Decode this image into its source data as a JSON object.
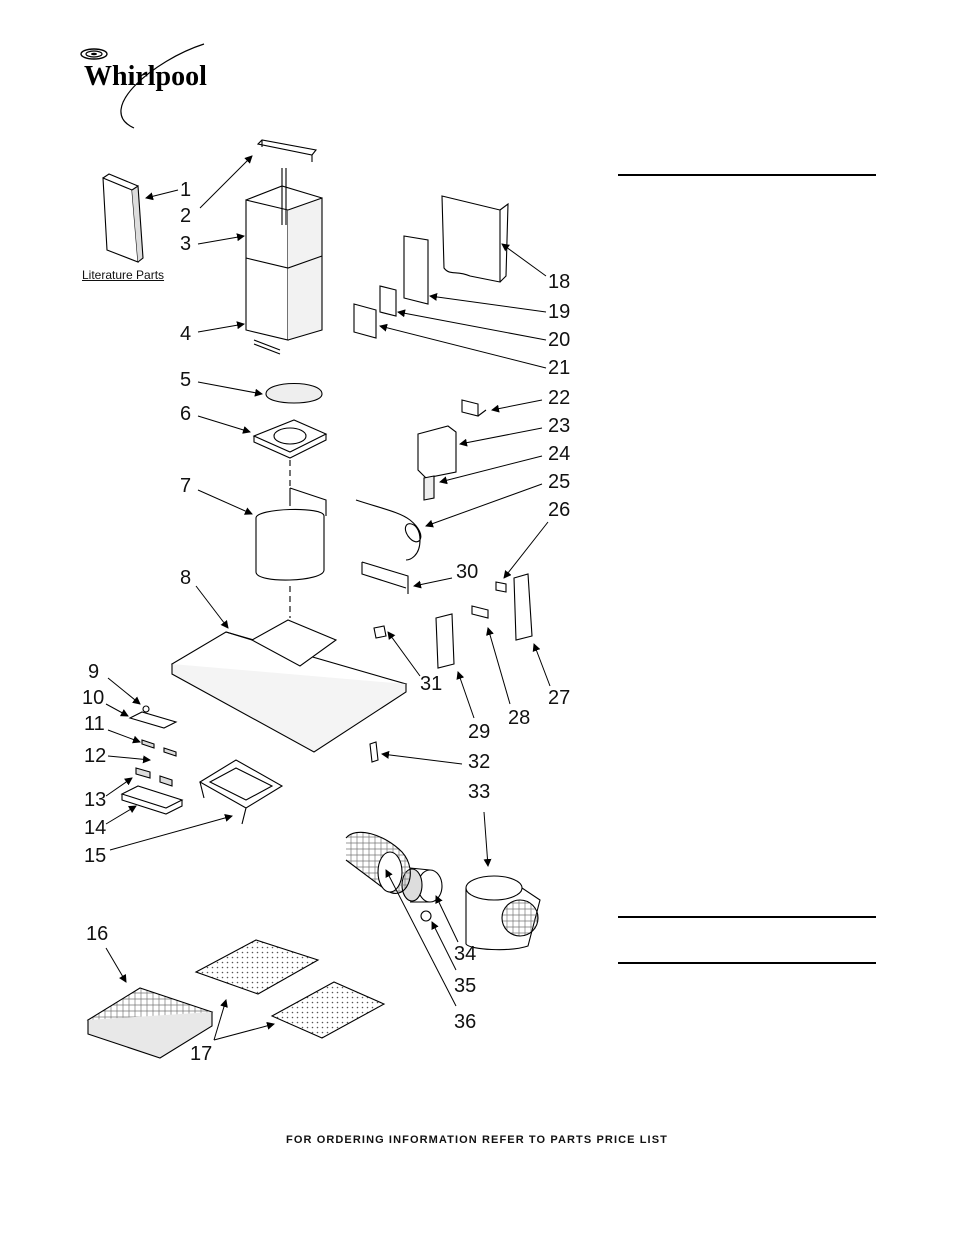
{
  "brand": {
    "name": "Whirlpool"
  },
  "literature_label": "Literature Parts",
  "footer_text": "FOR ORDERING INFORMATION REFER TO PARTS PRICE LIST",
  "callouts": {
    "n1": "1",
    "n2": "2",
    "n3": "3",
    "n4": "4",
    "n5": "5",
    "n6": "6",
    "n7": "7",
    "n8": "8",
    "n9": "9",
    "n10": "10",
    "n11": "11",
    "n12": "12",
    "n13": "13",
    "n14": "14",
    "n15": "15",
    "n16": "16",
    "n17": "17",
    "n18": "18",
    "n19": "19",
    "n20": "20",
    "n21": "21",
    "n22": "22",
    "n23": "23",
    "n24": "24",
    "n25": "25",
    "n26": "26",
    "n27": "27",
    "n28": "28",
    "n29": "29",
    "n30": "30",
    "n31": "31",
    "n32": "32",
    "n33": "33",
    "n34": "34",
    "n35": "35",
    "n36": "36"
  }
}
